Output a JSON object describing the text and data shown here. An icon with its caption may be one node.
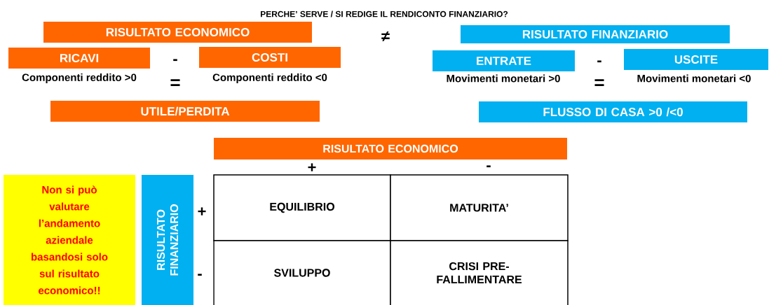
{
  "diagram": {
    "title": "PERCHE’ SERVE / SI REDIGE IL RENDICONTO FINANZIARIO?",
    "nodes": [
      {
        "text": [
          "RISULTATO ECONOMICO"
        ]
      },
      {
        "text": [
          "RICAVI"
        ],
        "beside": [
          "Componenti reddito >0"
        ]
      },
      {
        "text": [
          "COSTI"
        ],
        "beside": [
          "Componenti reddito <0"
        ]
      },
      {
        "text": [
          "UTILE/PERDITA"
        ]
      },
      {
        "text": [
          "RISULTATO FINANZIARIO"
        ]
      },
      {
        "text": [
          "ENTRATE"
        ],
        "beside": [
          "Movimenti monetari >0"
        ]
      },
      {
        "text": [
          "USCITE"
        ],
        "beside": [
          "Movimenti monetari <0"
        ]
      },
      {
        "text": [
          "FLUSSO DI CASA >0 /<0"
        ]
      },
      {
        "text": [
          "RISULTATO ECONOMICO"
        ]
      },
      {
        "text": [
          "Non si può valutare l’andamento aziendale basandosi solo sul risultato economico!!"
        ]
      },
      {
        "text": [
          "RISULTATO FINANZIARIO"
        ]
      },
      {
        "text": [
          "EQUILIBRIO"
        ]
      },
      {
        "text": [
          "MATURITA’"
        ]
      },
      {
        "text": [
          "SVILUPPO"
        ]
      },
      {
        "text": [
          "CRISI PRE-FALLIMENTARE"
        ]
      }
    ],
    "labels": [
      "≠",
      "-",
      "=",
      "-",
      "=",
      "+",
      "-",
      "+",
      "-"
    ]
  }
}
